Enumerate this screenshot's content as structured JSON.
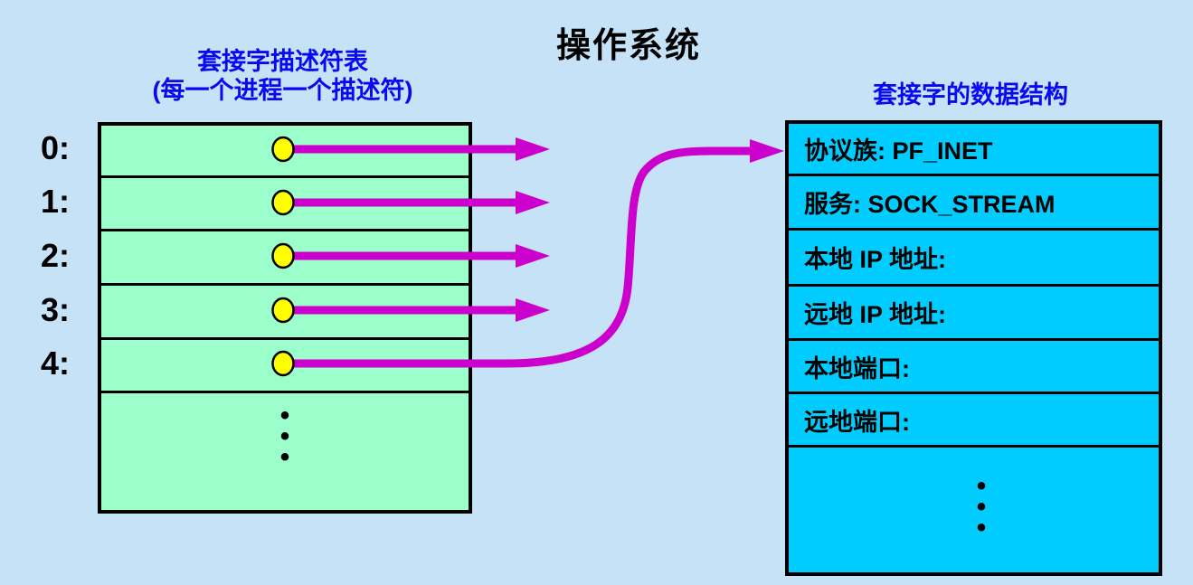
{
  "title": "操作系统",
  "colors": {
    "background": "#C5E2F7",
    "table_green": "#9CFFCB",
    "table_cyan": "#00CCFF",
    "arrow_magenta": "#CC00CC",
    "socket_yellow": "#FFFF00",
    "label_blue": "#0A0AF0",
    "text_black": "#000000"
  },
  "left_table": {
    "header_line1": "套接字描述符表",
    "header_line2": "(每一个进程一个描述符)",
    "row_labels": [
      "0:",
      "1:",
      "2:",
      "3:",
      "4:"
    ]
  },
  "right_table": {
    "header": "套接字的数据结构",
    "rows": [
      "协议族: PF_INET",
      "服务: SOCK_STREAM",
      "本地 IP 地址:",
      "远地 IP 地址:",
      "本地端口:",
      "远地端口:"
    ]
  },
  "ellipsis_dot": "•"
}
